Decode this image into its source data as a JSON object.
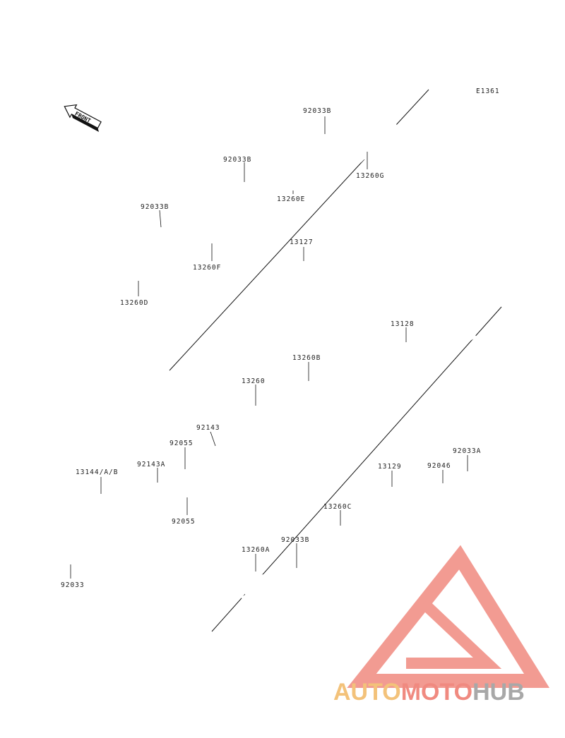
{
  "diagram": {
    "code": "E1361",
    "front_label": "FRONT",
    "labels": {
      "p92033B_1": "92033B",
      "p13260G": "13260G",
      "p92033B_2": "92033B",
      "p13260E": "13260E",
      "p92033B_3": "92033B",
      "p13260F": "13260F",
      "p13260D": "13260D",
      "p13127": "13127",
      "p13128": "13128",
      "p13260B": "13260B",
      "p13260": "13260",
      "p92143": "92143",
      "p92055_top": "92055",
      "p92143A": "92143A",
      "p13144": "13144/A/B",
      "p92055_bot": "92055",
      "p92033A": "92033A",
      "p13129": "13129",
      "p92046": "92046",
      "p13260C": "13260C",
      "p92033B_4": "92033B",
      "p13260A": "13260A",
      "p92033": "92033"
    }
  },
  "watermark": {
    "part1": "AUTO",
    "part2": "MOTO",
    "part3": "HUB",
    "colors": {
      "auto": "#f3c27a",
      "moto": "#f08a80",
      "hub": "#a8a8a8",
      "triangle": "#f08a80"
    }
  }
}
